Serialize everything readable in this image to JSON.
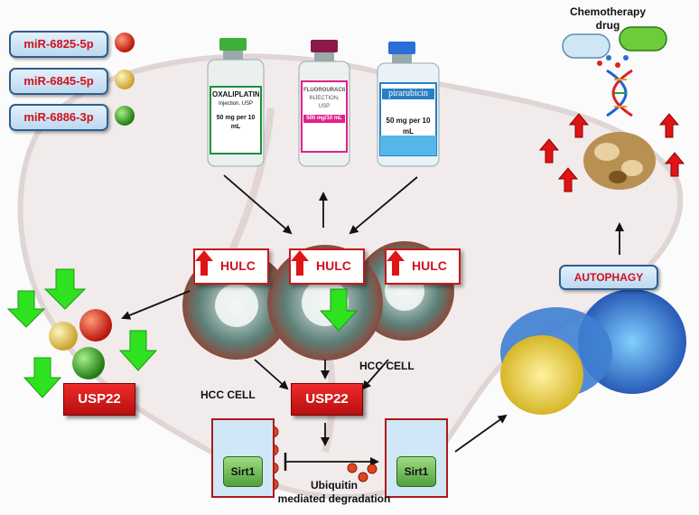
{
  "mirnas": [
    {
      "label": "miR-6825-5p",
      "ball_color": "#d9341f"
    },
    {
      "label": "miR-6845-5p",
      "ball_color": "#e8c84a"
    },
    {
      "label": "miR-6886-3p",
      "ball_color": "#3fa62a"
    }
  ],
  "drugs": [
    {
      "name": "OXALIPLATIN",
      "sub": "Injection, USP",
      "dose": "50 mg per 10 mL",
      "cap_color": "#3fae3a",
      "label_color": "#1e8f3a"
    },
    {
      "name": "FLUOROURACIL",
      "sub": "INJECTION, USP",
      "dose": "500 mg/10 mL",
      "cap_color": "#8b1a4a",
      "label_color": "#e0218a"
    },
    {
      "name": "pirarubicin",
      "sub": "",
      "dose": "50 mg per 10 mL",
      "cap_color": "#2a6fd6",
      "label_color": "#2a7fc2"
    }
  ],
  "hulc_label": "HULC",
  "usp22_label": "USP22",
  "hcc_label": "HCC CELL",
  "sirt1_label": "Sirt1",
  "degradation_label": [
    "Ubiquitin",
    "mediated degradation"
  ],
  "autophagy_label": "AUTOPHAGY",
  "chemo_label": [
    "Chemotherapy",
    "drug"
  ],
  "colors": {
    "accent_red": "#d0121b",
    "down_arrow": "#2fe21f",
    "up_arrow": "#e01414",
    "box_border": "#2f5e8e"
  }
}
